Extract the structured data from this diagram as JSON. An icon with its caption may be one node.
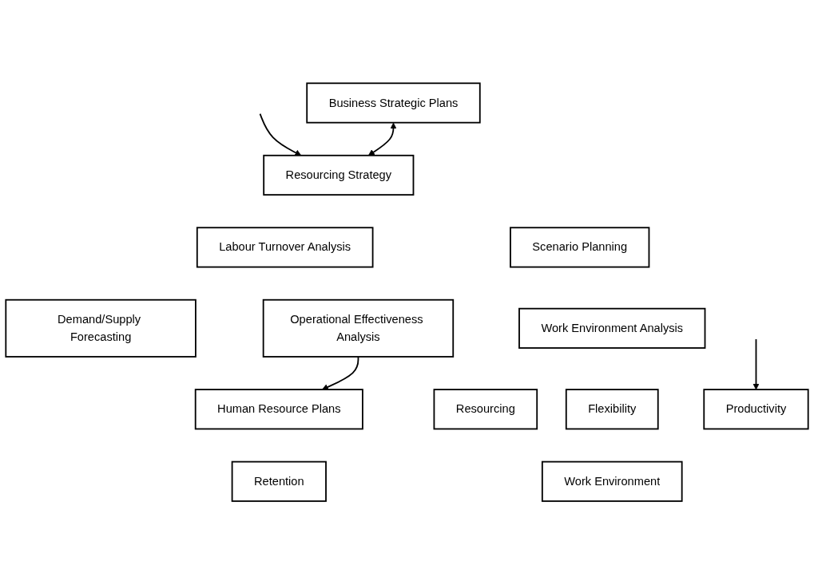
{
  "diagram": {
    "nodes": [
      {
        "text": [
          "Business Strategic Plans"
        ]
      },
      {
        "text": [
          "Resourcing Strategy"
        ]
      },
      {
        "text": [
          "Scenario Planning"
        ]
      },
      {
        "text": [
          "Demand/Supply Forecasting"
        ]
      },
      {
        "text": [
          "Labour Turnover Analysis"
        ]
      },
      {
        "text": [
          "Work Environment Analysis"
        ]
      },
      {
        "text": [
          "Human Resource Plans"
        ]
      },
      {
        "text": [
          "Operational Effectiveness Analysis"
        ]
      },
      {
        "text": [
          "Resourcing"
        ]
      },
      {
        "text": [
          "Retention"
        ]
      },
      {
        "text": [
          "Flexibility"
        ]
      },
      {
        "text": [
          "Productivity"
        ]
      },
      {
        "text": [
          "Work Environment"
        ]
      }
    ],
    "edges": [
      {
        "from": 0,
        "to": 1,
        "arrow": "both"
      },
      {
        "from": null,
        "to": 1,
        "arrow": "to"
      },
      {
        "from": 7,
        "to": 6,
        "arrow": "to"
      },
      {
        "from": null,
        "to": 11,
        "arrow": "to"
      }
    ]
  }
}
